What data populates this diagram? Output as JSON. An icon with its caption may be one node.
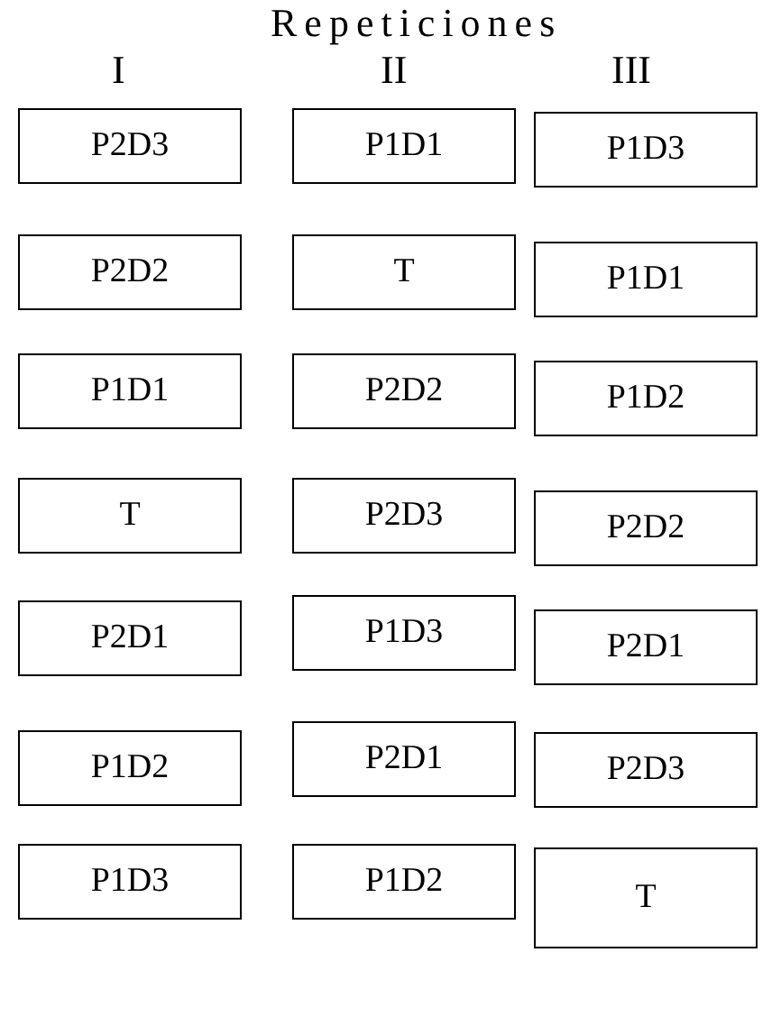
{
  "diagram": {
    "title": "Repeticiones",
    "nodes": [
      {
        "text": [
          "P2D3"
        ]
      },
      {
        "text": [
          "P1D1"
        ]
      },
      {
        "text": [
          "P1D3"
        ]
      },
      {
        "text": [
          "P2D2"
        ]
      },
      {
        "text": [
          "T"
        ]
      },
      {
        "text": [
          "P1D1"
        ]
      },
      {
        "text": [
          "P1D1"
        ]
      },
      {
        "text": [
          "P2D2"
        ]
      },
      {
        "text": [
          "P1D2"
        ]
      },
      {
        "text": [
          "T"
        ]
      },
      {
        "text": [
          "P2D3"
        ]
      },
      {
        "text": [
          "P2D2"
        ]
      },
      {
        "text": [
          "P2D1"
        ]
      },
      {
        "text": [
          "P1D3"
        ]
      },
      {
        "text": [
          "P2D1"
        ]
      },
      {
        "text": [
          "P1D2"
        ]
      },
      {
        "text": [
          "P2D1"
        ]
      },
      {
        "text": [
          "P2D3"
        ]
      },
      {
        "text": [
          "P1D3"
        ]
      },
      {
        "text": [
          "P1D2"
        ]
      },
      {
        "text": [
          "T"
        ]
      }
    ],
    "labels": [
      "I",
      "II",
      "III"
    ]
  }
}
